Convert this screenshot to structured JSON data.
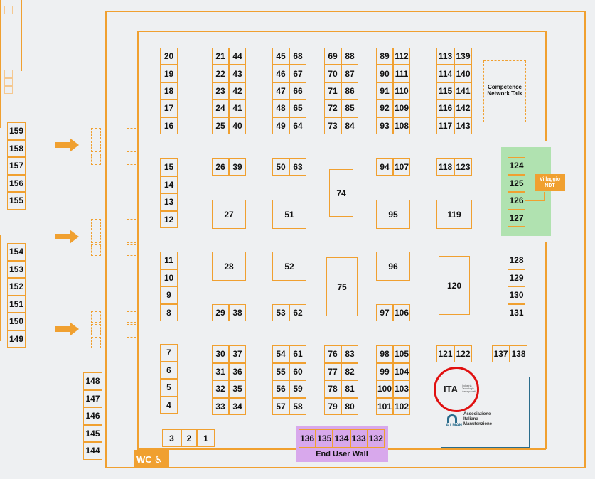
{
  "booths": {
    "c1": [
      "20",
      "19",
      "18",
      "17",
      "16"
    ],
    "c2a": [
      "21",
      "22",
      "23",
      "24",
      "25"
    ],
    "c2b": [
      "44",
      "43",
      "42",
      "41",
      "40"
    ],
    "c3a": [
      "45",
      "46",
      "47",
      "48",
      "49"
    ],
    "c3b": [
      "68",
      "67",
      "66",
      "65",
      "64"
    ],
    "c4a": [
      "69",
      "70",
      "71",
      "72",
      "73"
    ],
    "c4b": [
      "88",
      "87",
      "86",
      "85",
      "84"
    ],
    "c5a": [
      "89",
      "90",
      "91",
      "92",
      "93"
    ],
    "c5b": [
      "112",
      "111",
      "110",
      "109",
      "108"
    ],
    "c6a": [
      "113",
      "114",
      "115",
      "116",
      "117"
    ],
    "c6b": [
      "139",
      "140",
      "141",
      "142",
      "143"
    ],
    "left_mid": [
      "15",
      "14",
      "13",
      "12"
    ],
    "left_low": [
      "11",
      "10",
      "9",
      "8"
    ],
    "left_bottom": [
      "7",
      "6",
      "5",
      "4"
    ],
    "pair_26": [
      "26",
      "39"
    ],
    "pair_50": [
      "50",
      "63"
    ],
    "pair_94": [
      "94",
      "107"
    ],
    "pair_118": [
      "118",
      "123"
    ],
    "ndt": [
      "124",
      "125",
      "126",
      "127"
    ],
    "singles": {
      "b27": "27",
      "b51": "51",
      "b74": "74",
      "b95": "95",
      "b119": "119",
      "b28": "28",
      "b52": "52",
      "b75": "75",
      "b96": "96",
      "b120": "120"
    },
    "pair_29": [
      "29",
      "38"
    ],
    "pair_53": [
      "53",
      "62"
    ],
    "pair_97": [
      "97",
      "106"
    ],
    "right_col": [
      "128",
      "129",
      "130",
      "131"
    ],
    "b2c2a": [
      "30",
      "31",
      "32",
      "33"
    ],
    "b2c2b": [
      "37",
      "36",
      "35",
      "34"
    ],
    "b2c3a": [
      "54",
      "55",
      "56",
      "57"
    ],
    "b2c3b": [
      "61",
      "60",
      "59",
      "58"
    ],
    "b2c4a": [
      "76",
      "77",
      "78",
      "79"
    ],
    "b2c4b": [
      "83",
      "82",
      "81",
      "80"
    ],
    "b2c5a": [
      "98",
      "99",
      "100",
      "101"
    ],
    "b2c5b": [
      "105",
      "104",
      "103",
      "102"
    ],
    "pair_121": [
      "121",
      "122"
    ],
    "pair_137": [
      "137",
      "138"
    ],
    "small_row": [
      "3",
      "2",
      "1"
    ],
    "wall": [
      "136",
      "135",
      "134",
      "133",
      "132"
    ],
    "outer_top": [
      "159",
      "158",
      "157",
      "156",
      "155"
    ],
    "outer_mid": [
      "154",
      "153",
      "152",
      "151",
      "150",
      "149"
    ],
    "outer_bottom": [
      "148",
      "147",
      "146",
      "145",
      "144"
    ]
  },
  "labels": {
    "competence": "Competence Network Talk",
    "villaggio": "Villaggio NDT",
    "wall": "End User Wall",
    "wc": "WC",
    "ita": "ITA",
    "ita_sub": "Industria Tecnologie Aerospaziali",
    "aiman": "Associazione Italiana Manutenzione",
    "aiman_short": "A.I.MAN."
  },
  "colors": {
    "accent": "#f0a030",
    "green": "#a8e0a8",
    "purple": "#d8a8ec",
    "circle": "#e01010",
    "teal": "#2a6c8c"
  }
}
